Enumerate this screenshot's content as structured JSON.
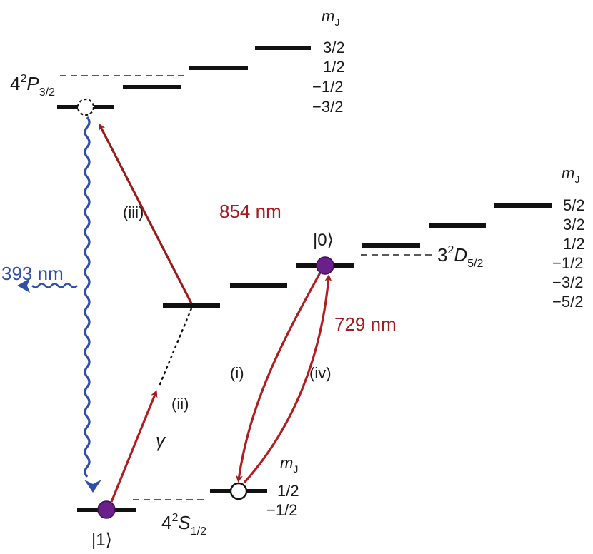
{
  "colors": {
    "level": "#111111",
    "red_laser": "#b01e22",
    "dark_red_laser": "#9a1c1c",
    "blue_photon": "#2e4fa8",
    "qubit_state": "#6b1f8a",
    "ket_text": "#3a5fb0"
  },
  "p32": {
    "term": {
      "n": "4",
      "sup": "2",
      "L": "P",
      "sub": "3/2"
    },
    "mj_header": {
      "m": "m",
      "sub": "J"
    },
    "mj_values": [
      "3/2",
      "1/2",
      "−1/2",
      "−3/2"
    ]
  },
  "d52": {
    "term": {
      "n": "3",
      "sup": "2",
      "L": "D",
      "sub": "5/2"
    },
    "mj_header": {
      "m": "m",
      "sub": "J"
    },
    "mj_values": [
      "5/2",
      "3/2",
      "1/2",
      "−1/2",
      "−3/2",
      "−5/2"
    ]
  },
  "s12": {
    "term": {
      "n": "4",
      "sup": "2",
      "L": "S",
      "sub": "1/2"
    },
    "mj_header": {
      "m": "m",
      "sub": "J"
    },
    "mj_values": [
      "1/2",
      "−1/2"
    ]
  },
  "transitions": {
    "i": "(i)",
    "ii": "(ii)",
    "iii": "(iii)",
    "iv": "(iv)",
    "nm854": "854 nm",
    "nm729": "729 nm",
    "nm393": "393 nm",
    "gamma": "γ"
  },
  "states": {
    "ket0": "|0⟩",
    "ket1": "|1⟩"
  }
}
